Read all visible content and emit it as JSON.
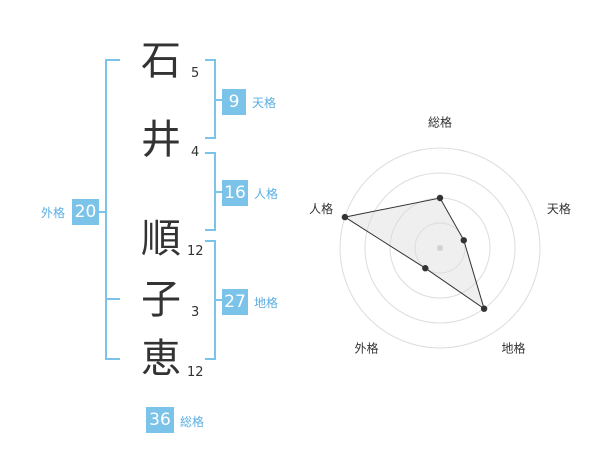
{
  "name": {
    "chars": [
      {
        "char": "石",
        "strokes": "5"
      },
      {
        "char": "井",
        "strokes": "4"
      },
      {
        "char": "順",
        "strokes": "12"
      },
      {
        "char": "子",
        "strokes": "3"
      },
      {
        "char": "恵",
        "strokes": "12"
      }
    ]
  },
  "fortune": {
    "tenkaku": {
      "label": "天格",
      "value": "9"
    },
    "jinkaku": {
      "label": "人格",
      "value": "16"
    },
    "chikaku": {
      "label": "地格",
      "value": "27"
    },
    "gaikaku": {
      "label": "外格",
      "value": "20"
    },
    "soukaku": {
      "label": "総格",
      "value": "36"
    }
  },
  "accent_color": "#7cc3ea",
  "chart_data": {
    "type": "radar",
    "axes": [
      "総格",
      "天格",
      "地格",
      "外格",
      "人格"
    ],
    "values": [
      2,
      1,
      3,
      1,
      4
    ],
    "rmax": 4,
    "rings": 4
  }
}
